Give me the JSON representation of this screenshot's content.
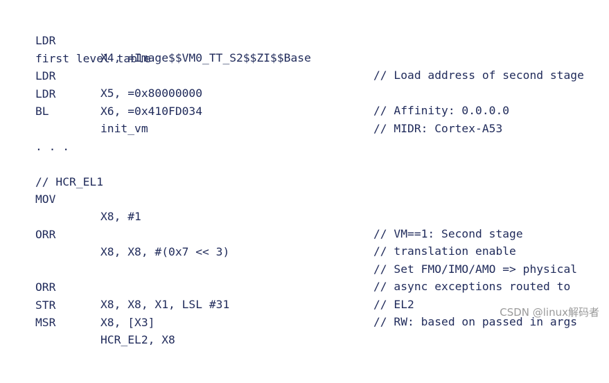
{
  "code": {
    "lines": [
      {
        "mnemonic": "LDR",
        "operands": "X4, =Image$$VM0_TT_S2$$ZI$$Base",
        "comment": "// Load address of second stage"
      },
      {
        "continuation": "first level table"
      },
      {
        "mnemonic": "LDR",
        "operands": "X5, =0x80000000",
        "comment": "// Affinity: 0.0.0.0"
      },
      {
        "mnemonic": "LDR",
        "operands": "X6, =0x410FD034",
        "comment": "// MIDR: Cortex-A53"
      },
      {
        "mnemonic": "BL",
        "operands": "init_vm",
        "comment": ""
      },
      {
        "text": ""
      },
      {
        "text": ". . ."
      },
      {
        "text": ""
      },
      {
        "text": "// HCR_EL1"
      },
      {
        "mnemonic": "MOV",
        "operands": "X8, #1",
        "comment": "// VM==1: Second stage"
      },
      {
        "mnemonic": "",
        "operands": "",
        "comment": "// translation enable"
      },
      {
        "mnemonic": "ORR",
        "operands": "X8, X8, #(0x7 << 3)",
        "comment": "// Set FMO/IMO/AMO => physical"
      },
      {
        "mnemonic": "",
        "operands": "",
        "comment": "// async exceptions routed to"
      },
      {
        "mnemonic": "",
        "operands": "",
        "comment": "// EL2"
      },
      {
        "mnemonic": "ORR",
        "operands": "X8, X8, X1, LSL #31",
        "comment": "// RW: based on passed in args"
      },
      {
        "mnemonic": "STR",
        "operands": "X8, [X3]",
        "comment": ""
      },
      {
        "mnemonic": "MSR",
        "operands": "HCR_EL2, X8",
        "comment": ""
      }
    ]
  },
  "watermark": "CSDN @linux解码者"
}
